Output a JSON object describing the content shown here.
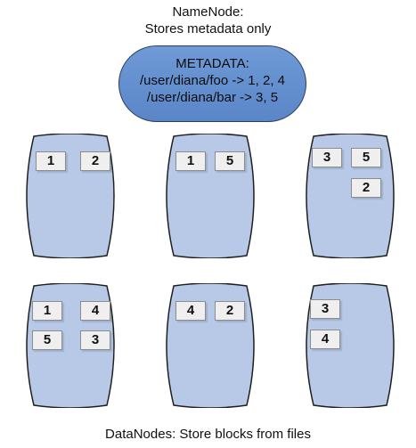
{
  "namenode": {
    "title": "NameNode:",
    "subtitle": "Stores metadata only"
  },
  "metadata": {
    "heading": "METADATA:",
    "lines": [
      "/user/diana/foo -> 1, 2, 4",
      "/user/diana/bar -> 3, 5"
    ]
  },
  "datanodes": {
    "caption": "DataNodes:  Store blocks from files",
    "nodes": [
      {
        "blocks": [
          "1",
          "2"
        ]
      },
      {
        "blocks": [
          "1",
          "5"
        ]
      },
      {
        "blocks": [
          "3",
          "5",
          "2"
        ]
      },
      {
        "blocks": [
          "1",
          "4",
          "5",
          "3"
        ]
      },
      {
        "blocks": [
          "4",
          "2"
        ]
      },
      {
        "blocks": [
          "3",
          "4"
        ]
      }
    ]
  },
  "colors": {
    "node_fill": "#b7c9e6",
    "node_stroke": "#1f1f1f",
    "metadata_fill": "#6a94d2"
  }
}
